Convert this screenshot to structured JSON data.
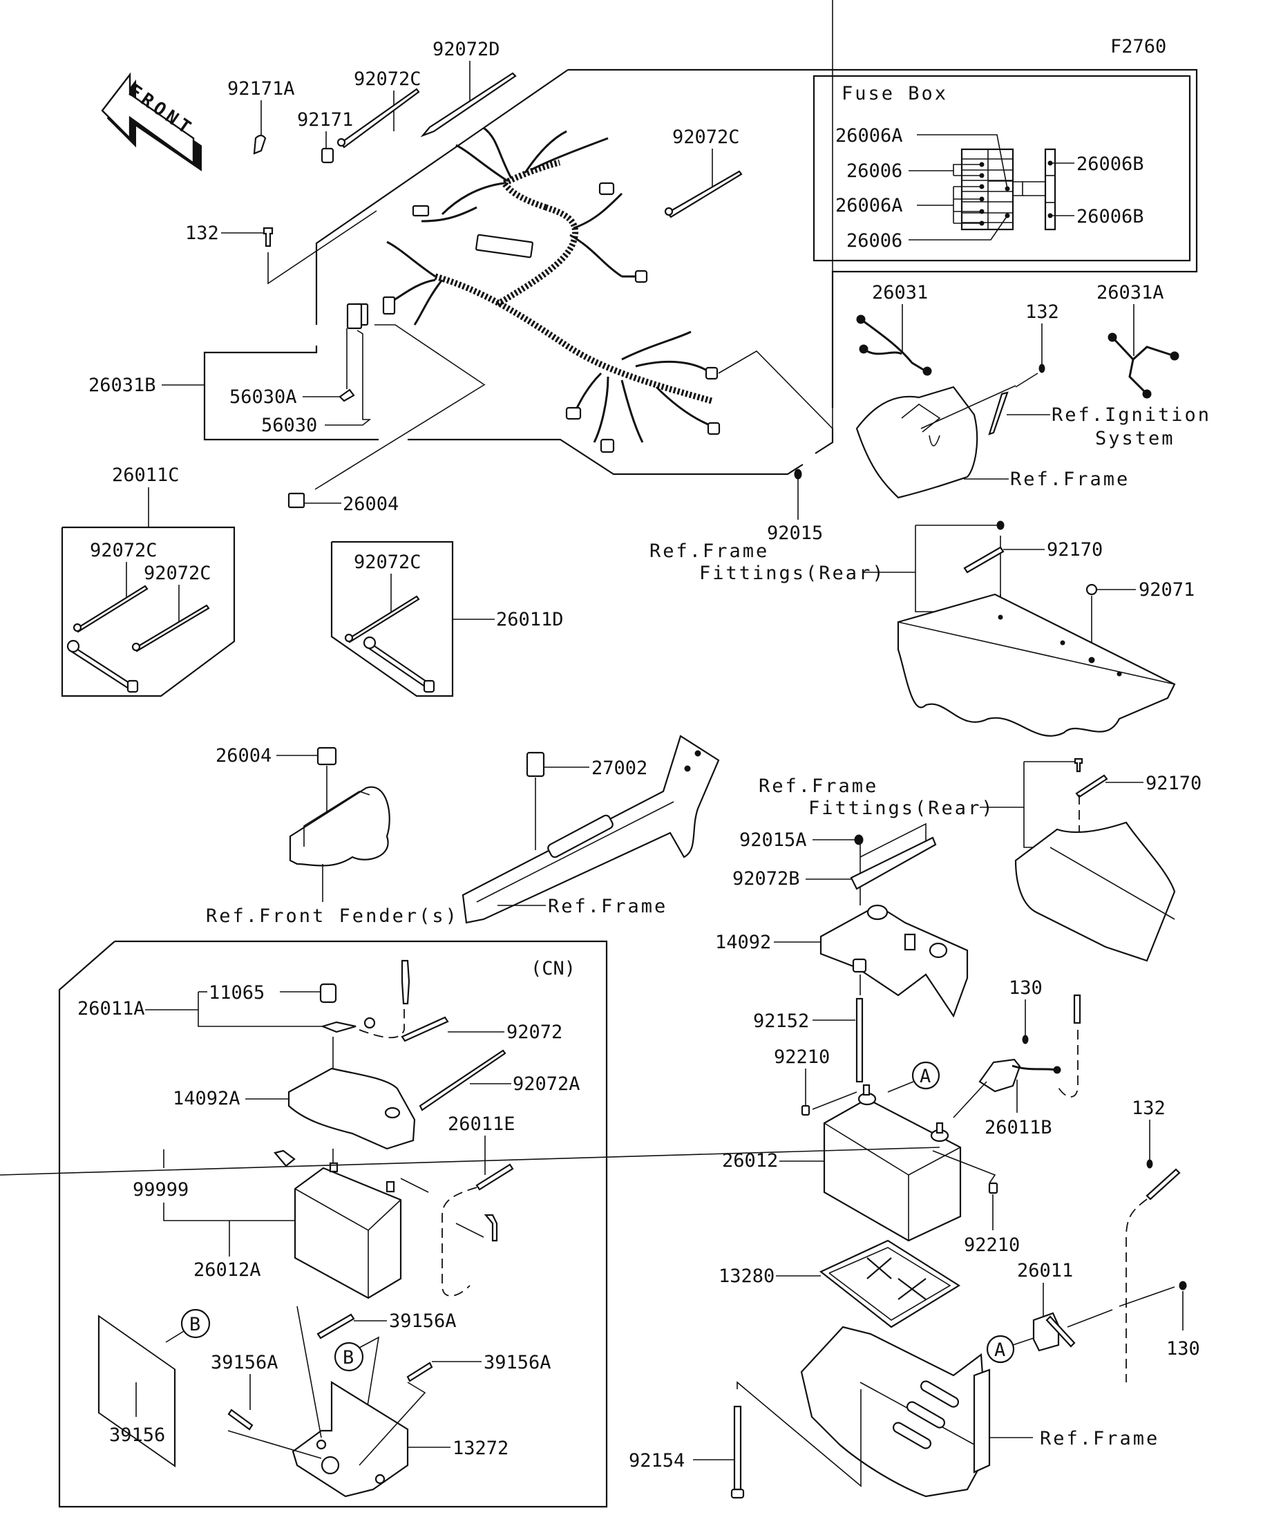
{
  "figure_id": "F2760",
  "front_arrow": {
    "label": "FRONT"
  },
  "fuse_box": {
    "title": "Fuse Box",
    "labels": [
      "26006A",
      "26006",
      "26006A",
      "26006",
      "26006B",
      "26006B"
    ]
  },
  "top_section": {
    "labels": {
      "p92171A": "92171A",
      "p92072D": "92072D",
      "p92072C_left": "92072C",
      "p92171": "92171",
      "p132_left": "132",
      "p92072C_right": "92072C",
      "p26031B": "26031B",
      "p56030A": "56030A",
      "p56030": "56030",
      "p26004": "26004",
      "p92015": "92015"
    }
  },
  "ignition_section": {
    "labels": {
      "p26031": "26031",
      "p132": "132",
      "p26031A": "26031A",
      "ref_ignition_1": "Ref.Ignition",
      "ref_ignition_2": "System",
      "ref_frame": "Ref.Frame"
    }
  },
  "rear_fittings_upper": {
    "ref_1": "Ref.Frame",
    "ref_2": "Fittings(Rear)",
    "p92170": "92170",
    "p92071": "92071"
  },
  "kit_26011C": {
    "title": "26011C",
    "labels": [
      "92072C",
      "92072C"
    ]
  },
  "kit_26011D": {
    "title": "26011D",
    "labels": [
      "92072C"
    ]
  },
  "fender_section": {
    "p26004": "26004",
    "ref_fender": "Ref.Front Fender(s)"
  },
  "frame_section": {
    "p27002": "27002",
    "ref_frame": "Ref.Frame"
  },
  "cn_box": {
    "region": "(CN)",
    "labels": {
      "p26011A": "26011A",
      "p11065": "11065",
      "p92072": "92072",
      "p92072A": "92072A",
      "p14092A": "14092A",
      "p26011E": "26011E",
      "p99999": "99999",
      "p26012A": "26012A",
      "p39156A_top": "39156A",
      "p39156A_left": "39156A",
      "p39156A_right": "39156A",
      "p39156": "39156",
      "p13272": "13272",
      "callout_B": "B"
    }
  },
  "battery_section": {
    "ref_1": "Ref.Frame",
    "ref_2": "Fittings(Rear)",
    "p92170": "92170",
    "p92015A": "92015A",
    "p92072B": "92072B",
    "p14092": "14092",
    "p92152": "92152",
    "p130_top": "130",
    "p92210_top": "92210",
    "p26011B": "26011B",
    "p26012": "26012",
    "p92210_bottom": "92210",
    "p132": "132",
    "p13280": "13280",
    "p26011": "26011",
    "p130_bottom": "130",
    "p92154": "92154",
    "ref_frame": "Ref.Frame",
    "callout_A": "A"
  }
}
